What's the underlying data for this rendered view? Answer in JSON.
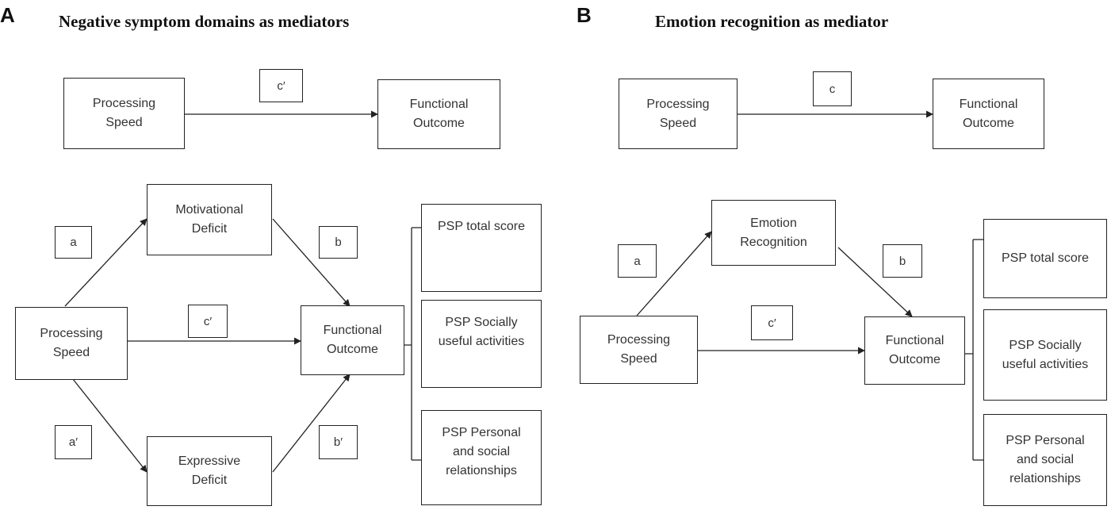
{
  "panel_a": {
    "letter": "A",
    "title": "Negative symptom domains as mediators",
    "top_model": {
      "from": "Processing\nSpeed",
      "to": "Functional\nOutcome",
      "path": "c′"
    },
    "mediation_model": {
      "predictor": "Processing\nSpeed",
      "mediator_1": "Motivational\nDeficit",
      "mediator_2": "Expressive\nDeficit",
      "outcome": "Functional\nOutcome",
      "path_a": "a",
      "path_b": "b",
      "path_c": "c′",
      "path_a2": "a′",
      "path_b2": "b′"
    },
    "outcomes": [
      "PSP total score",
      "PSP Socially\nuseful activities",
      "PSP Personal\nand social\nrelationships"
    ]
  },
  "panel_b": {
    "letter": "B",
    "title": "Emotion recognition as mediator",
    "top_model": {
      "from": "Processing\nSpeed",
      "to": "Functional\nOutcome",
      "path": "c"
    },
    "mediation_model": {
      "predictor": "Processing\nSpeed",
      "mediator": "Emotion\nRecognition",
      "outcome": "Functional\nOutcome",
      "path_a": "a",
      "path_b": "b",
      "path_c": "c′"
    },
    "outcomes": [
      "PSP total score",
      "PSP Socially\nuseful activities",
      "PSP Personal\nand social\nrelationships"
    ]
  }
}
